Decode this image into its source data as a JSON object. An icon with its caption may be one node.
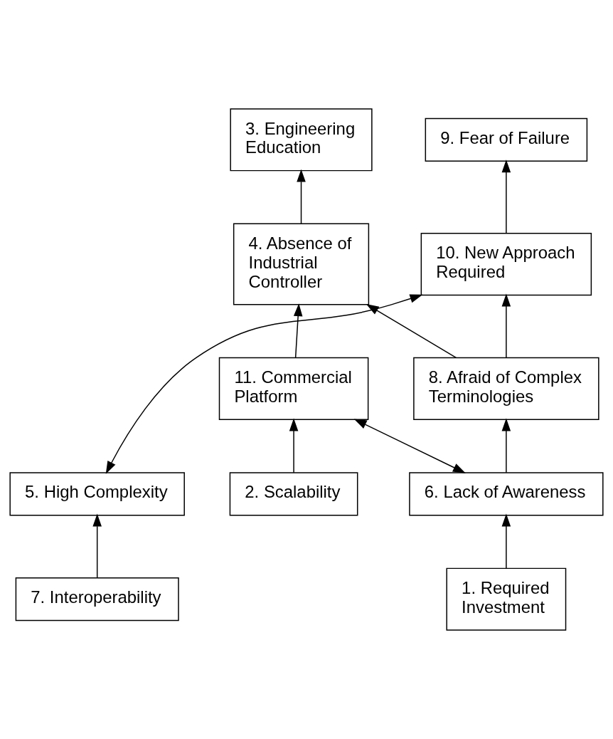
{
  "diagram": {
    "nodes": [
      {
        "text": [
          "3. Engineering Education"
        ]
      },
      {
        "text": [
          "9. Fear of Failure"
        ]
      },
      {
        "text": [
          "4. Absence of Industrial Controller"
        ]
      },
      {
        "text": [
          "10. New Approach Required"
        ]
      },
      {
        "text": [
          "11. Commercial Platform"
        ]
      },
      {
        "text": [
          "8. Afraid of Complex Terminologies"
        ]
      },
      {
        "text": [
          "5. High Complexity"
        ]
      },
      {
        "text": [
          "2. Scalability"
        ]
      },
      {
        "text": [
          "6. Lack of Awareness"
        ]
      },
      {
        "text": [
          "7. Interoperability"
        ]
      },
      {
        "text": [
          "1. Required Investment"
        ]
      }
    ],
    "edges": [
      {
        "from": 2,
        "to": 0,
        "arrow": "to"
      },
      {
        "from": 3,
        "to": 1,
        "arrow": "to"
      },
      {
        "from": 5,
        "to": 2,
        "arrow": "to"
      },
      {
        "from": 5,
        "to": 3,
        "arrow": "to"
      },
      {
        "from": 3,
        "to": 6,
        "arrow": "both"
      },
      {
        "from": 4,
        "to": 2,
        "arrow": "to"
      },
      {
        "from": 7,
        "to": 4,
        "arrow": "to"
      },
      {
        "from": 4,
        "to": 8,
        "arrow": "both"
      },
      {
        "from": 8,
        "to": 5,
        "arrow": "to"
      },
      {
        "from": 9,
        "to": 6,
        "arrow": "to"
      },
      {
        "from": 10,
        "to": 8,
        "arrow": "to"
      }
    ]
  }
}
